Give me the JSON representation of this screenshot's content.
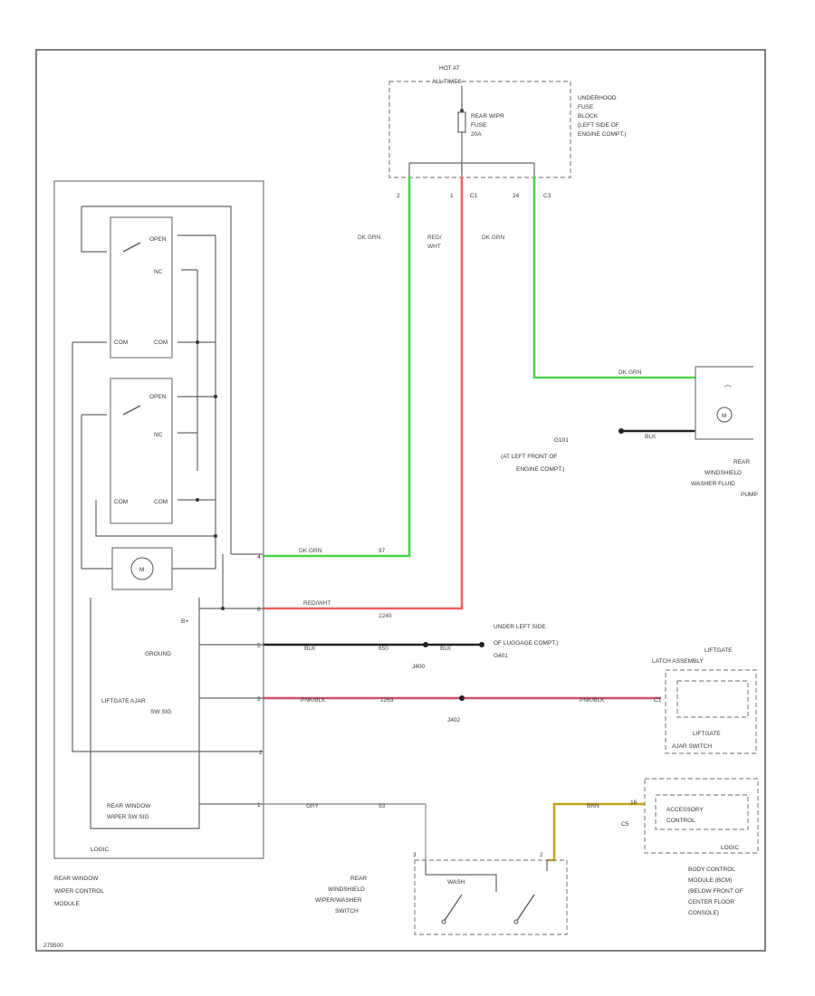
{
  "colors": {
    "green": "#4fd24f",
    "red": "#f06060",
    "pink": "#d05070",
    "black": "#222222",
    "yellow": "#c8a020",
    "gray": "#999999"
  },
  "diagram_id": "279500",
  "fuse_block": {
    "hot_at": "HOT AT",
    "all_times": "ALL TIMES",
    "name_lines": [
      "UNDERHOOD",
      "FUSE",
      "BLOCK",
      "(LEFT SIDE OF",
      "ENGINE COMPT.)"
    ],
    "fuse_lines": [
      "REAR WIPR",
      "FUSE",
      "20A"
    ],
    "pin_2": "2",
    "pin_1": "1",
    "pin_c1": "C1",
    "pin_24": "24",
    "pin_c3": "C3"
  },
  "wires": {
    "dk_grn": "DK GRN",
    "red_wht_1": "RED/",
    "red_wht_2": "WHT",
    "dk_grn_right": "DK GRN",
    "dk_grn_pump": "DK GRN",
    "blk_pump": "BLK",
    "dk_grn_module": "DK GRN",
    "num_97": "97",
    "red_wht_module": "RED/WHT",
    "num_2240": "2240",
    "blk_ground": "BLK",
    "num_650": "650",
    "blk_g401": "BLK",
    "pnk_blk_1": "PNK/BLK",
    "num_1263": "1263",
    "pnk_blk_2": "PNK/BLK",
    "gry": "GRY",
    "num_93": "93",
    "brn": "BRN"
  },
  "ground_g101": {
    "name": "G101",
    "location_lines": [
      "(AT LEFT FRONT OF",
      "ENGINE COMPT.)"
    ]
  },
  "ground_g401": {
    "location_lines": [
      "UNDER LEFT SIDE",
      "OF LUGGAGE COMPT.)"
    ],
    "name": "G401"
  },
  "splices": {
    "j400": "J400",
    "j402": "J402"
  },
  "washer_pump": {
    "name_lines": [
      "REAR",
      "WINDSHIELD",
      "WASHER FLUID",
      "PUMP"
    ],
    "motor_symbol": "M"
  },
  "liftgate_switch": {
    "top_lines": [
      "LIFTGATE",
      "LATCH ASSEMBLY"
    ],
    "inner_lines": [
      "LIFTGATE",
      "AJAR SWITCH"
    ],
    "pin": "C1"
  },
  "bcm": {
    "inner_lines": [
      "ACCESSORY",
      "CONTROL"
    ],
    "logic": "LOGIC",
    "pin_top": "16",
    "pin_c5": "C5",
    "name_lines": [
      "BODY CONTROL",
      "MODULE (BCM)",
      "(BELOW FRONT OF",
      "CENTER FLOOR",
      "CONSOLE)"
    ]
  },
  "wiper_switch": {
    "name_lines": [
      "REAR",
      "WINDSHIELD",
      "WIPER/WASHER",
      "SWITCH"
    ],
    "wash_label": "WASH",
    "pin_left": "3",
    "pin_right": "2"
  },
  "module": {
    "name_lines": [
      "REAR WINDOW",
      "WIPER CONTROL",
      "MODULE"
    ],
    "logic": "LOGIC",
    "b_plus": "B+",
    "ground": "GROUND",
    "liftgate_ajar_1": "LIFTGATE AJAR",
    "liftgate_ajar_2": "SW SIG",
    "rear_window_1": "REAR WINDOW",
    "rear_window_2": "WIPER SW SIG",
    "motor_symbol": "M",
    "relay_top_no": "OPEN",
    "relay_top_nc": "NC",
    "relay_top_com": "COM",
    "relay_top_com2": "COM",
    "relay_bot_no": "OPEN",
    "relay_bot_nc": "NC",
    "relay_bot_com": "COM",
    "relay_bot_com2": "COM",
    "pins": [
      "4",
      "6",
      "5",
      "3",
      "2",
      "1"
    ]
  }
}
